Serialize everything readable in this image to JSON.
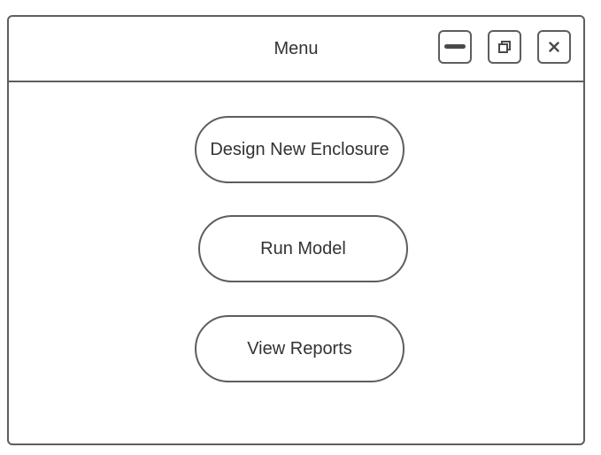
{
  "window": {
    "title": "Menu",
    "controls": {
      "minimize_icon": "minimize-icon",
      "restore_icon": "restore-icon",
      "close_icon": "close-icon"
    }
  },
  "menu": {
    "items": [
      {
        "label": "Design New Enclosure"
      },
      {
        "label": "Run Model"
      },
      {
        "label": "View Reports"
      }
    ]
  },
  "colors": {
    "border": "#5e5e5e",
    "text": "#333333",
    "background": "#ffffff"
  }
}
